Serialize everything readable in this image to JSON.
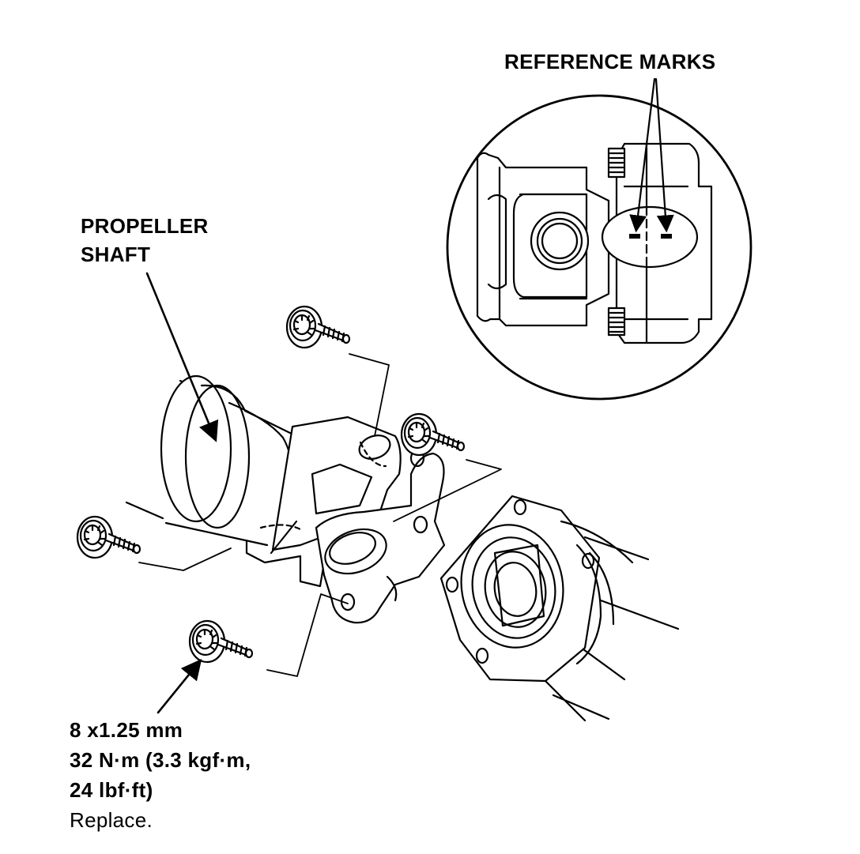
{
  "labels": {
    "reference_marks": "REFERENCE MARKS",
    "propeller_shaft_line1": "PROPELLER",
    "propeller_shaft_line2": "SHAFT",
    "bolt_spec_size": "8 x1.25 mm",
    "bolt_spec_torque1": "32 N·m (3.3 kgf·m,",
    "bolt_spec_torque2": "24 lbf·ft)",
    "bolt_spec_note": "Replace."
  },
  "colors": {
    "ink": "#000000",
    "paper": "#ffffff"
  },
  "parts": {
    "bolt_count": 4,
    "inset": "reference-marks-detail-circle"
  }
}
